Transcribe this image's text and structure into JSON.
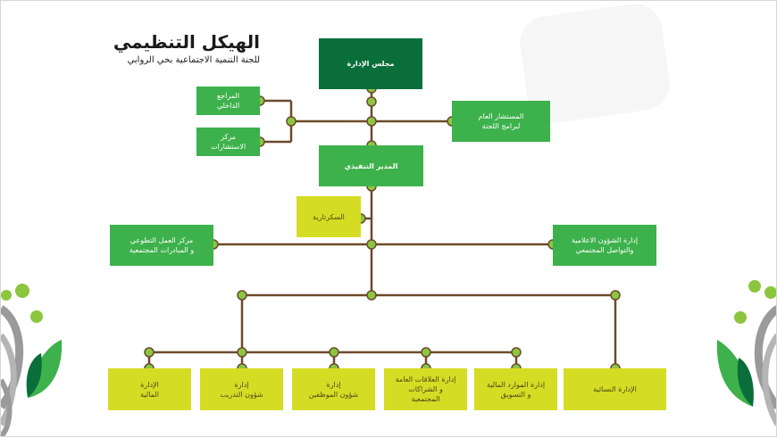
{
  "header": {
    "title": "الهيكل التنظيمي",
    "subtitle": "للجنة التنمية الاجتماعية بحي الروابي"
  },
  "nodes": {
    "board": "مجلس الإدارة",
    "internal_audit": "المراجع\nالداخلي",
    "consulting_center": "مركز\nالاستشارات",
    "general_advisor": "المستشار العام\nلبرامج اللجنة",
    "executive_director": "المدير التنفيذي",
    "secretariat": "السكرتارية",
    "volunteer_center": "مركز العمل التطوعي\nو المبادرات المجتمعية",
    "media_affairs": "إدارة الشؤون الاعلامية\nوالتواصل المجتمعي",
    "finance": "الإدارة\nالمالية",
    "training": "إدارة\nشؤون التدريب",
    "employees": "إدارة\nشؤون الموظفين",
    "public_relations": "إدارة العلاقات العامة\nو الشراكات\nالمجتمعية",
    "financial_resources": "إدارة الموارد المالية\nو التسويق",
    "women": "الإدارة النسائية"
  },
  "colors": {
    "dark_green": "#0a6e3a",
    "green": "#3db14b",
    "lime": "#d5dc24",
    "connector": "#6b4a2b",
    "joint": "#8cc63f"
  }
}
